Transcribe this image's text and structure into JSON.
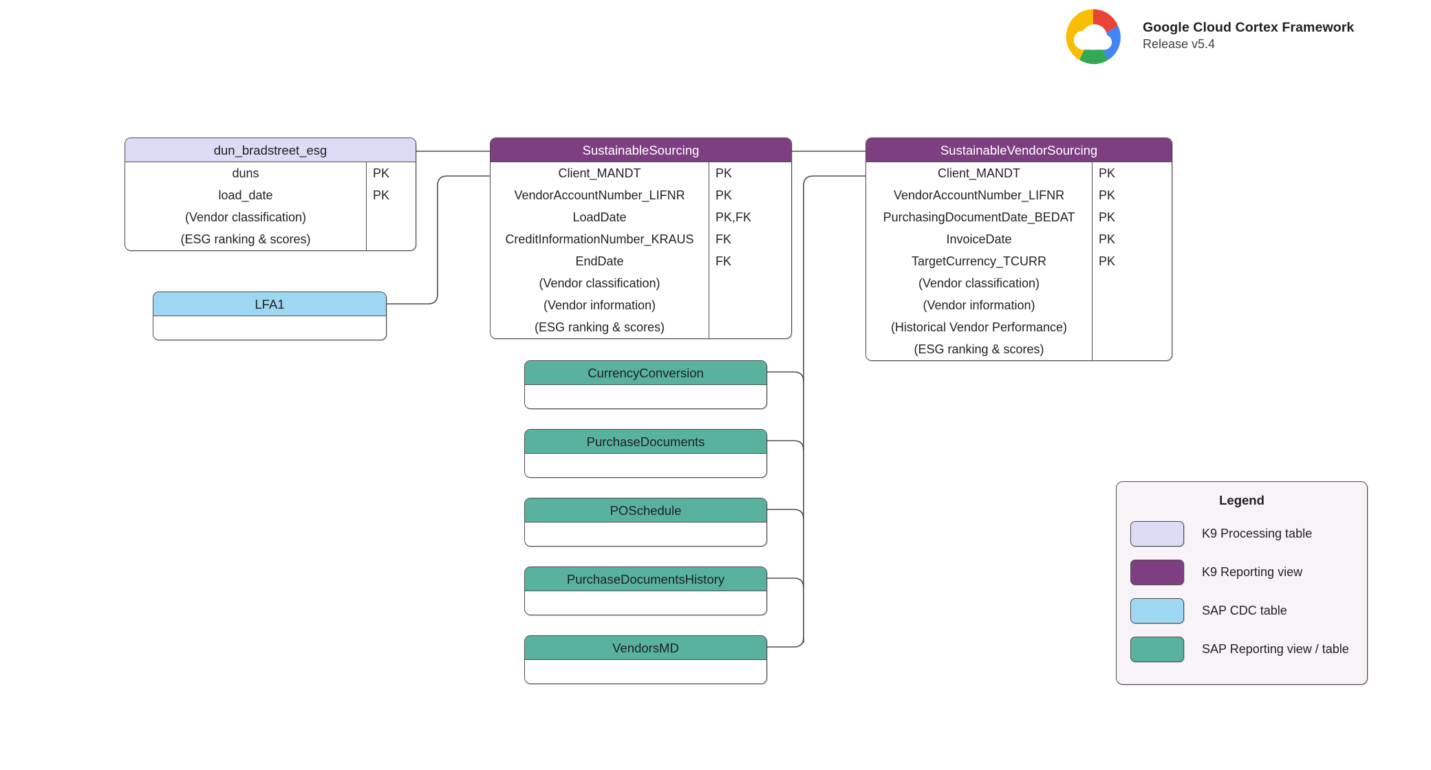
{
  "header": {
    "logo_icon": "google-cloud-logo",
    "title": "Google Cloud Cortex Framework",
    "release": "Release v5.4"
  },
  "colors": {
    "k9_processing_table": "#dcdcf7",
    "k9_reporting_view": "#7d3f81",
    "sap_cdc_table": "#9ed7f2",
    "sap_reporting_view": "#58b29d",
    "border": "#4d4d4d",
    "canvas": "#ffffff",
    "legend_background": "#f8f3f7",
    "text": "#202124"
  },
  "entities": [
    {
      "id": "dun_bradstreet_esg",
      "name": "dun_bradstreet_esg",
      "type": "K9 Processing table",
      "header_color": "#dcdcf7",
      "header_text_color": "dark",
      "rows": [
        {
          "field": "duns",
          "key": "PK"
        },
        {
          "field": "load_date",
          "key": "PK"
        },
        {
          "field": "(Vendor classification)",
          "key": ""
        },
        {
          "field": "(ESG ranking & scores)",
          "key": ""
        }
      ]
    },
    {
      "id": "lfa1",
      "name": "LFA1",
      "type": "SAP CDC table",
      "header_color": "#9ed7f2",
      "header_text_color": "dark",
      "rows": []
    },
    {
      "id": "sustainable_sourcing",
      "name": "SustainableSourcing",
      "type": "K9 Reporting view",
      "header_color": "#7d3f81",
      "header_text_color": "light",
      "rows": [
        {
          "field": "Client_MANDT",
          "key": "PK"
        },
        {
          "field": "VendorAccountNumber_LIFNR",
          "key": "PK"
        },
        {
          "field": "LoadDate",
          "key": "PK,FK"
        },
        {
          "field": "CreditInformationNumber_KRAUS",
          "key": "FK"
        },
        {
          "field": "EndDate",
          "key": "FK"
        },
        {
          "field": "(Vendor classification)",
          "key": ""
        },
        {
          "field": "(Vendor information)",
          "key": ""
        },
        {
          "field": "(ESG ranking & scores)",
          "key": ""
        }
      ]
    },
    {
      "id": "sustainable_vendor_sourcing",
      "name": "SustainableVendorSourcing",
      "type": "K9 Reporting view",
      "header_color": "#7d3f81",
      "header_text_color": "light",
      "rows": [
        {
          "field": "Client_MANDT",
          "key": "PK"
        },
        {
          "field": "VendorAccountNumber_LIFNR",
          "key": "PK"
        },
        {
          "field": "PurchasingDocumentDate_BEDAT",
          "key": "PK"
        },
        {
          "field": "InvoiceDate",
          "key": "PK"
        },
        {
          "field": "TargetCurrency_TCURR",
          "key": "PK"
        },
        {
          "field": "(Vendor classification)",
          "key": ""
        },
        {
          "field": "(Vendor information)",
          "key": ""
        },
        {
          "field": "(Historical Vendor Performance)",
          "key": ""
        },
        {
          "field": "(ESG ranking & scores)",
          "key": ""
        }
      ]
    },
    {
      "id": "currency_conversion",
      "name": "CurrencyConversion",
      "type": "SAP Reporting view / table",
      "header_color": "#58b29d",
      "header_text_color": "dark",
      "rows": []
    },
    {
      "id": "purchase_documents",
      "name": "PurchaseDocuments",
      "type": "SAP Reporting view / table",
      "header_color": "#58b29d",
      "header_text_color": "dark",
      "rows": []
    },
    {
      "id": "po_schedule",
      "name": "POSchedule",
      "type": "SAP Reporting view / table",
      "header_color": "#58b29d",
      "header_text_color": "dark",
      "rows": []
    },
    {
      "id": "purchase_documents_history",
      "name": "PurchaseDocumentsHistory",
      "type": "SAP Reporting view / table",
      "header_color": "#58b29d",
      "header_text_color": "dark",
      "rows": []
    },
    {
      "id": "vendors_md",
      "name": "VendorsMD",
      "type": "SAP Reporting view / table",
      "header_color": "#58b29d",
      "header_text_color": "dark",
      "rows": []
    }
  ],
  "relationships": [
    {
      "from": "dun_bradstreet_esg",
      "to": "sustainable_sourcing"
    },
    {
      "from": "lfa1",
      "to": "sustainable_sourcing"
    },
    {
      "from": "sustainable_sourcing",
      "to": "sustainable_vendor_sourcing"
    },
    {
      "from": "currency_conversion",
      "to": "sustainable_vendor_sourcing"
    },
    {
      "from": "purchase_documents",
      "to": "sustainable_vendor_sourcing"
    },
    {
      "from": "po_schedule",
      "to": "sustainable_vendor_sourcing"
    },
    {
      "from": "purchase_documents_history",
      "to": "sustainable_vendor_sourcing"
    },
    {
      "from": "vendors_md",
      "to": "sustainable_vendor_sourcing"
    }
  ],
  "legend": {
    "title": "Legend",
    "items": [
      {
        "label": "K9 Processing table",
        "color": "#dcdcf7"
      },
      {
        "label": "K9 Reporting view",
        "color": "#7d3f81"
      },
      {
        "label": "SAP CDC table",
        "color": "#9ed7f2"
      },
      {
        "label": "SAP Reporting view / table",
        "color": "#58b29d"
      }
    ]
  }
}
